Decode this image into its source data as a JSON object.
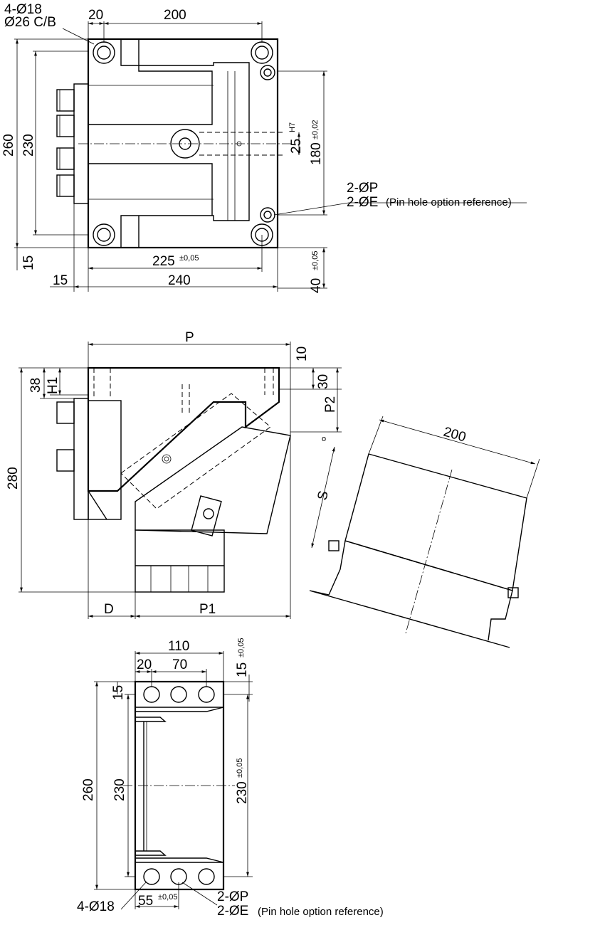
{
  "top_view": {
    "hole_spec_line1": "4-Ø18",
    "hole_spec_line2": "Ø26 C/B",
    "dim_20": "20",
    "dim_200": "200",
    "dim_260": "260",
    "dim_230": "230",
    "dim_25": "25",
    "dim_25_tol": "H7",
    "dim_180": "180",
    "dim_180_tol": "±0,02",
    "pin_p": "2-ØP",
    "pin_e": "2-ØE",
    "pin_note": "(Pin hole option reference)",
    "dim_15_left": "15",
    "dim_225": "225",
    "dim_225_tol": "±0,05",
    "dim_40": "40",
    "dim_40_tol": "±0,05",
    "dim_15_bottom": "15",
    "dim_240": "240"
  },
  "side_view": {
    "dim_p": "P",
    "dim_10": "10",
    "dim_38": "38",
    "dim_h1": "H1",
    "dim_30": "30",
    "dim_p2": "P2",
    "dim_280": "280",
    "dim_d": "D",
    "dim_p1": "P1"
  },
  "tilted_view": {
    "dim_200": "200",
    "dim_s": "S"
  },
  "bottom_view": {
    "dim_110": "110",
    "dim_20": "20",
    "dim_70": "70",
    "dim_15_top": "15",
    "dim_15_top_tol": "±0,05",
    "dim_15_left": "15",
    "dim_260": "260",
    "dim_230": "230",
    "dim_230_right": "230",
    "dim_230_tol": "±0,05",
    "hole_spec": "4-Ø18",
    "dim_55": "55",
    "dim_55_tol": "±0,05",
    "pin_p": "2-ØP",
    "pin_e": "2-ØE",
    "pin_note": "(Pin hole option reference)"
  }
}
